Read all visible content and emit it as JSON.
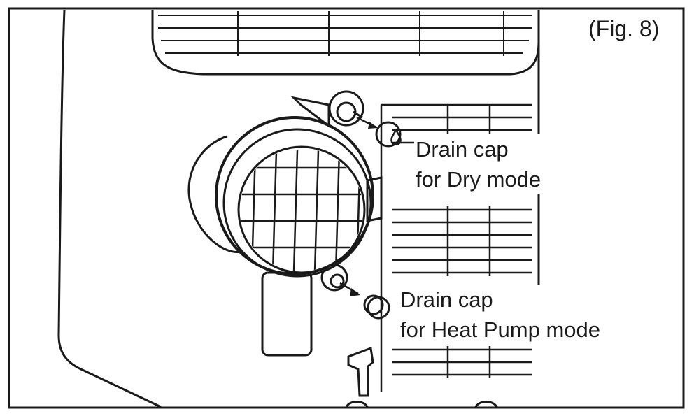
{
  "figure": {
    "label": "(Fig. 8)",
    "callouts": {
      "dry": {
        "line1": "Drain cap",
        "line2": "for Dry mode",
        "icon": "water-drop-icon"
      },
      "heat_pump": {
        "line1": "Drain cap",
        "line2": "for Heat Pump mode"
      }
    },
    "colors": {
      "line": "#1a1a1a",
      "background": "#ffffff"
    }
  }
}
